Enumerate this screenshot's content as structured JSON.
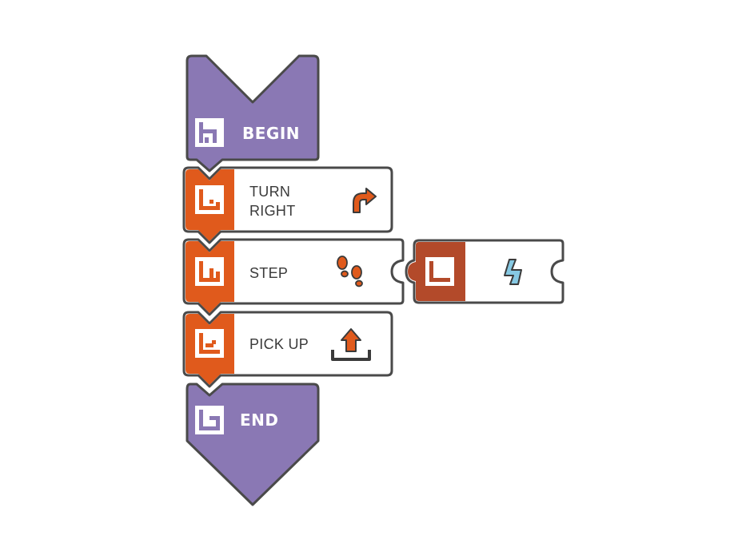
{
  "colors": {
    "control_purple": "#8a78b4",
    "action_orange": "#e05a1c",
    "param_brown": "#b34a2a",
    "param_icon_blue": "#86c9e3",
    "outline": "#4a4a4a",
    "card_white": "#ffffff"
  },
  "blocks": [
    {
      "id": "begin",
      "label": "BEGIN",
      "type": "control",
      "icon": "up-arrow-chevron"
    },
    {
      "id": "turn",
      "label_line1": "TURN",
      "label_line2": "RIGHT",
      "type": "action",
      "icon": "curved-arrow-right-icon"
    },
    {
      "id": "step",
      "label": "STEP",
      "type": "action",
      "icon": "footsteps-icon"
    },
    {
      "id": "pickup",
      "label": "PICK UP",
      "type": "action",
      "icon": "upload-tray-icon"
    },
    {
      "id": "end",
      "label": "END",
      "type": "control",
      "icon": "down-arrow-chevron"
    }
  ],
  "parameter": {
    "attached_to": "step",
    "icon": "lightning-bolt-icon"
  }
}
